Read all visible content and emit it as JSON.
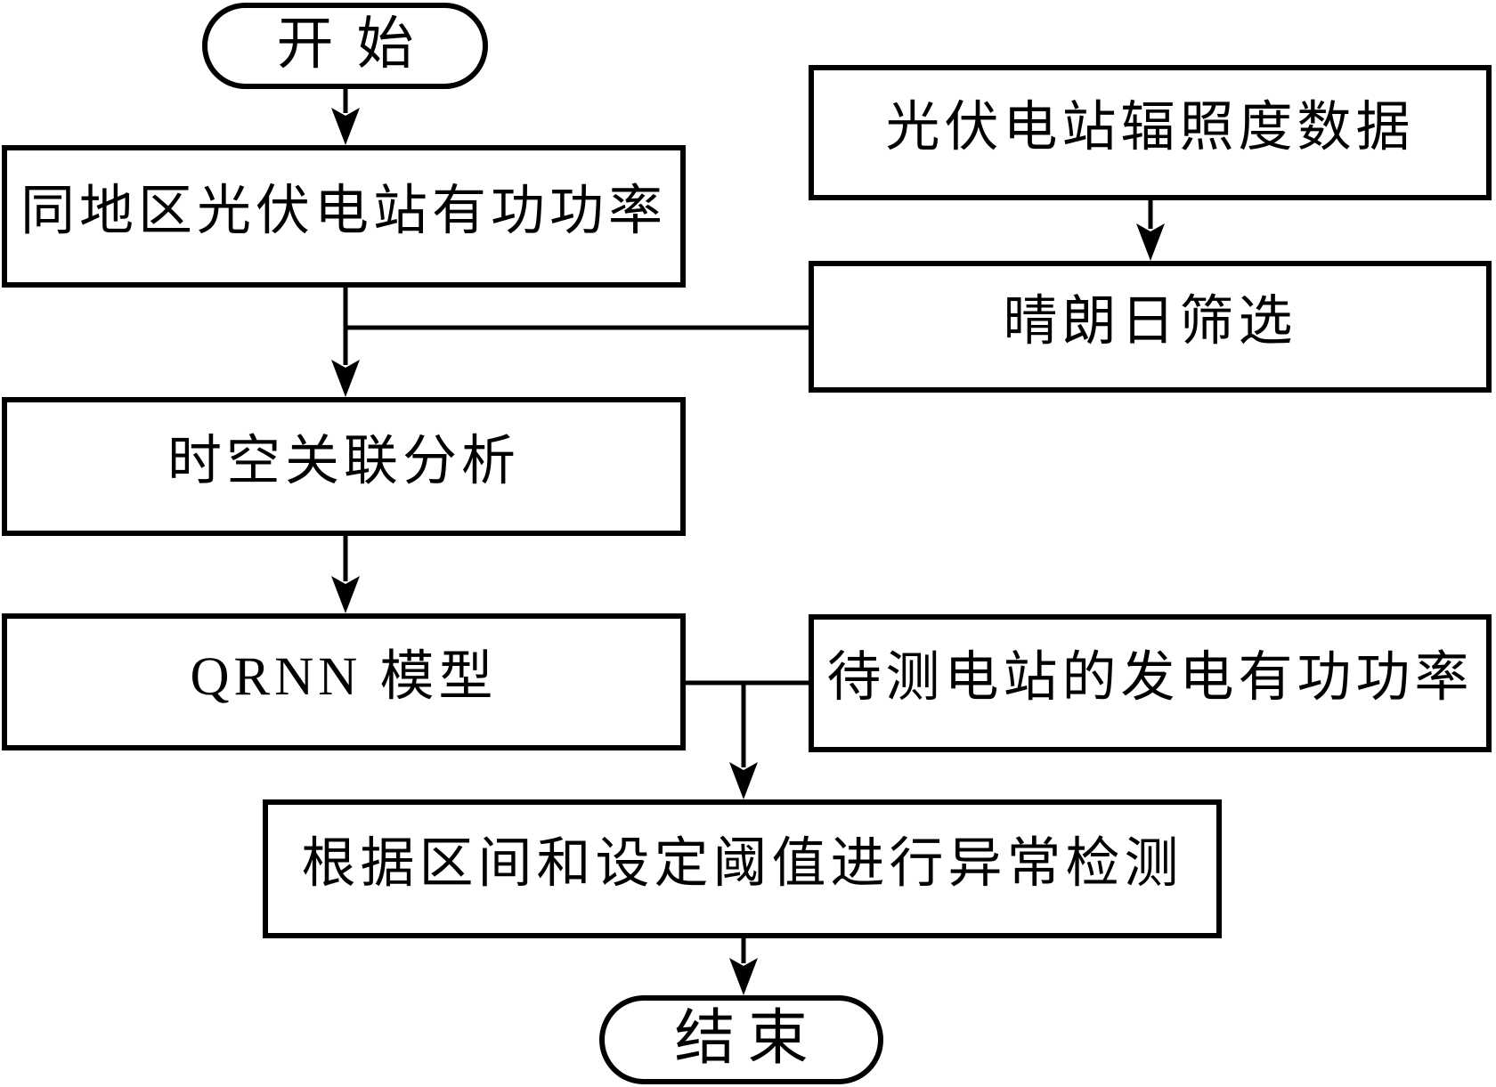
{
  "diagram": {
    "type": "flowchart",
    "language": "zh-CN",
    "colors": {
      "stroke": "#000000",
      "fill": "#ffffff",
      "text": "#000000"
    },
    "nodes": {
      "start": {
        "shape": "terminator",
        "label": "开始"
      },
      "regional_pv_power": {
        "shape": "process",
        "label": "同地区光伏电站有功功率"
      },
      "irradiance_data": {
        "shape": "process",
        "label": "光伏电站辐照度数据"
      },
      "clear_day_screening": {
        "shape": "process",
        "label": "晴朗日筛选"
      },
      "spatiotemporal_analysis": {
        "shape": "process",
        "label": "时空关联分析"
      },
      "qrnn_model": {
        "shape": "process",
        "label": "QRNN 模型"
      },
      "station_under_test_power": {
        "shape": "process",
        "label": "待测电站的发电有功功率"
      },
      "anomaly_detection": {
        "shape": "process",
        "label": "根据区间和设定阈值进行异常检测"
      },
      "end": {
        "shape": "terminator",
        "label": "结束"
      }
    },
    "edges": [
      {
        "from": "start",
        "to": "regional_pv_power",
        "arrow": true
      },
      {
        "from": "irradiance_data",
        "to": "clear_day_screening",
        "arrow": true
      },
      {
        "from": "regional_pv_power",
        "to": "spatiotemporal_analysis",
        "arrow": true
      },
      {
        "from": "clear_day_screening",
        "to": "spatiotemporal_analysis",
        "arrow": true
      },
      {
        "from": "spatiotemporal_analysis",
        "to": "qrnn_model",
        "arrow": true
      },
      {
        "from": "qrnn_model",
        "to": "anomaly_detection",
        "arrow": true
      },
      {
        "from": "station_under_test_power",
        "to": "anomaly_detection",
        "arrow": true
      },
      {
        "from": "anomaly_detection",
        "to": "end",
        "arrow": true
      }
    ]
  }
}
